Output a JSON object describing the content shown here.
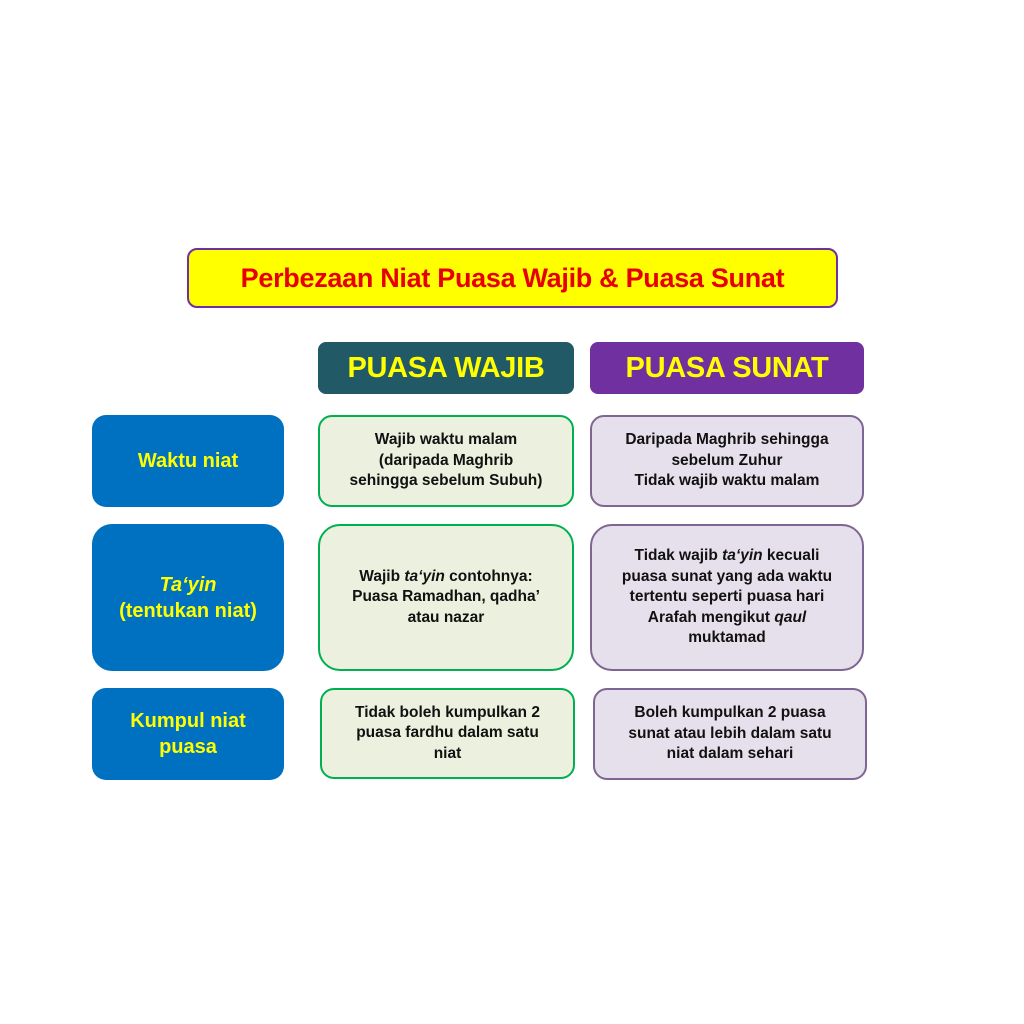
{
  "title": "Perbezaan Niat Puasa Wajib & Puasa Sunat",
  "headers": {
    "wajib": "PUASA WAJIB",
    "sunat": "PUASA SUNAT"
  },
  "colors": {
    "title_bg": "#ffff00",
    "title_text": "#e80000",
    "wajib_header": "#215a66",
    "sunat_header": "#7030a0",
    "label_bg": "#0070c0",
    "label_text": "#ffff00",
    "wajib_cell": "#ebf1de",
    "wajib_border": "#00b050",
    "sunat_cell": "#e6e0ec"
  },
  "rows": [
    {
      "label": [
        "Waktu niat"
      ],
      "wajib": [
        "Wajib waktu malam",
        "(daripada Maghrib",
        "sehingga sebelum Subuh)"
      ],
      "sunat": [
        "Daripada Maghrib sehingga",
        "sebelum Zuhur",
        "Tidak wajib waktu malam"
      ]
    },
    {
      "label": [
        "Ta‘yin",
        "(tentukan niat)"
      ],
      "wajib": {
        "l1a": "Wajib ",
        "l1i": "ta‘yin",
        "l1b": " contohnya:",
        "l2": "Puasa Ramadhan, qadha’",
        "l3": "atau nazar"
      },
      "sunat": {
        "l1a": "Tidak wajib ",
        "l1i": "ta‘yin",
        "l1b": " kecuali",
        "l2": "puasa sunat yang ada waktu",
        "l3": "tertentu seperti puasa hari",
        "l4a": "Arafah mengikut ",
        "l4i": "qaul",
        "l5": "muktamad"
      }
    },
    {
      "label": [
        "Kumpul niat",
        "puasa"
      ],
      "wajib": [
        "Tidak boleh kumpulkan 2",
        "puasa fardhu dalam satu",
        "niat"
      ],
      "sunat": [
        "Boleh kumpulkan 2 puasa",
        "sunat atau lebih dalam satu",
        "niat dalam sehari"
      ]
    }
  ]
}
